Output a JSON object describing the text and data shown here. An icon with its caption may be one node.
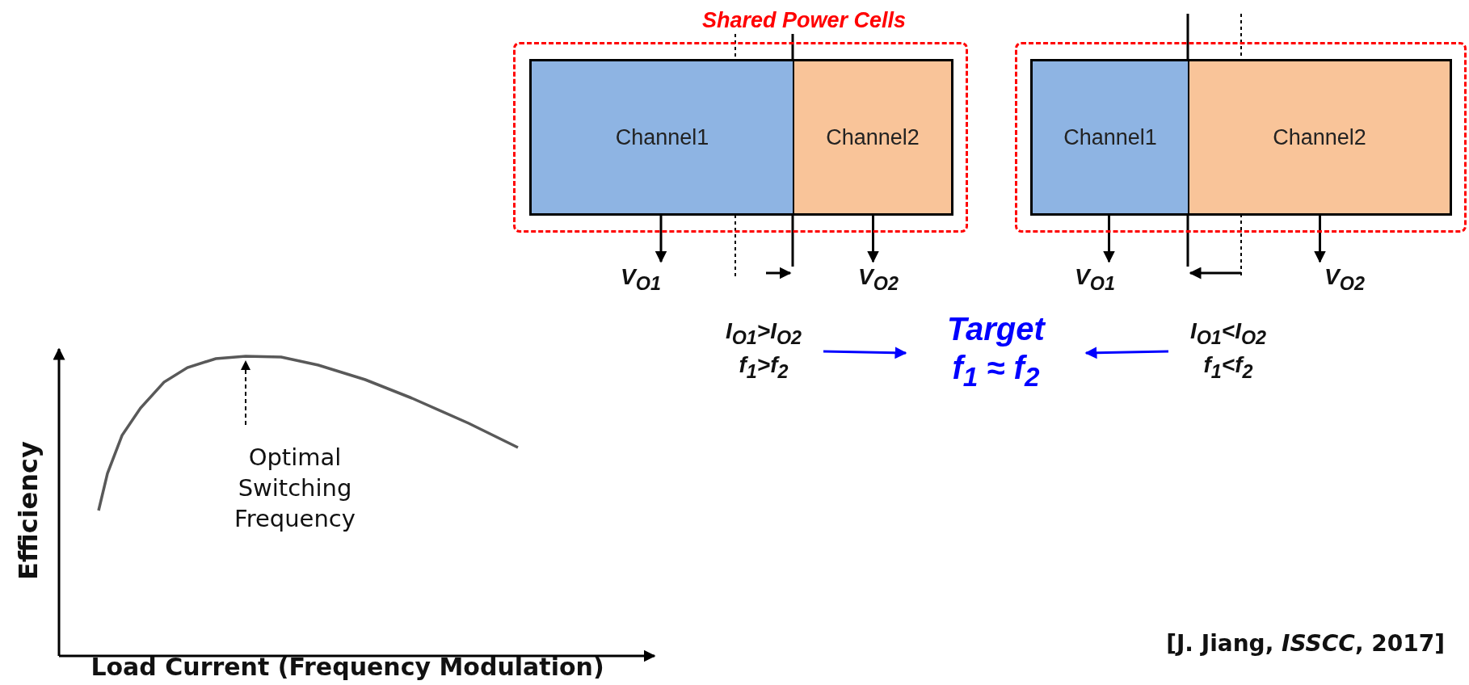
{
  "diagram": {
    "nodes": [
      {
        "text": [],
        "shape": "box"
      },
      {
        "text": [
          "Channel1"
        ],
        "in": 0
      },
      {
        "text": [
          "Channel2"
        ],
        "in": 0
      },
      {
        "text": [],
        "shape": "box"
      },
      {
        "text": [
          "Channel1"
        ],
        "in": 3
      },
      {
        "text": [
          "Channel2"
        ],
        "in": 3
      },
      {
        "text": [
          "V$_{O1}$"
        ]
      },
      {
        "text": [
          "V$_{O2}$"
        ]
      },
      {
        "text": [
          "V$_{O1}$"
        ]
      },
      {
        "text": [
          "V$_{O2}$"
        ]
      },
      {
        "text": [
          "I$_{O1}$>I$_{O2}$",
          "f$_{1}$>f$_{2}$"
        ]
      },
      {
        "text": [
          "Target",
          "f$_{1}$ ≈ f$_{2}$"
        ]
      },
      {
        "text": [
          "I$_{O1}$<I$_{O2}$",
          "f$_{1}$<f$_{2}$"
        ]
      },
      {
        "text": [
          "Optimal Switching Frequency"
        ]
      }
    ],
    "edges": [
      {
        "from": 1,
        "to": 6,
        "arrow": "to"
      },
      {
        "from": 2,
        "to": 7,
        "arrow": "to"
      },
      {
        "from": 4,
        "to": 8,
        "arrow": "to"
      },
      {
        "from": 5,
        "to": 9,
        "arrow": "to"
      },
      {
        "from": 10,
        "to": 11,
        "arrow": "to",
        "color": "#0000ff"
      },
      {
        "from": 12,
        "to": 11,
        "arrow": "to",
        "color": "#0000ff"
      },
      {
        "from": 13,
        "to": null,
        "arrow": "to",
        "style": "dashed"
      }
    ],
    "labels": [
      "Shared Power Cells",
      "Efficiency",
      "Load Current (Frequency Modulation)",
      "[J. Jiang, *ISSCC*, 2017]"
    ]
  }
}
